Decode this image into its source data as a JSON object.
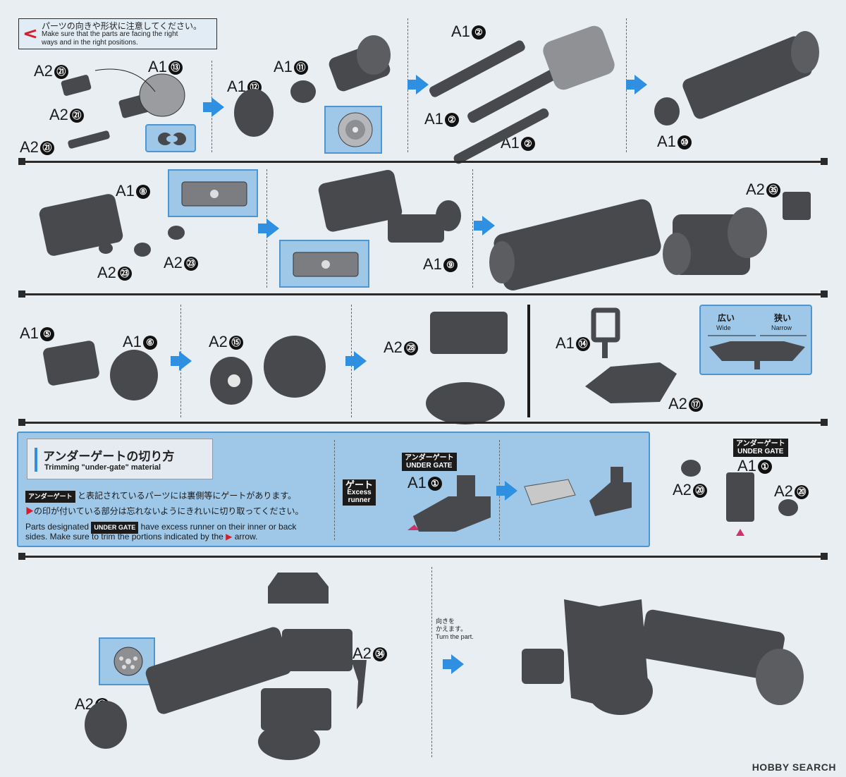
{
  "caution": {
    "jp": "パーツの向きや形状に注意してください。",
    "en1": "Make sure that the parts are facing the right",
    "en2": "ways and in the right positions."
  },
  "labels": {
    "a2_21_a": "A2",
    "a2_21_a_n": "㉑",
    "a1_13": "A1",
    "a1_13_n": "⑬",
    "a2_21_b": "A2",
    "a2_21_b_n": "㉑",
    "a2_21_c": "A2",
    "a2_21_c_n": "㉑",
    "a1_12": "A1",
    "a1_12_n": "⑫",
    "a1_11": "A1",
    "a1_11_n": "⑪",
    "a1_2_a": "A1",
    "a1_2_a_n": "②",
    "a1_2_b": "A1",
    "a1_2_b_n": "②",
    "a1_2_c": "A1",
    "a1_2_c_n": "②",
    "a1_10": "A1",
    "a1_10_n": "⑩",
    "a1_8": "A1",
    "a1_8_n": "⑧",
    "a2_23_a": "A2",
    "a2_23_a_n": "㉓",
    "a2_23_b": "A2",
    "a2_23_b_n": "㉓",
    "a1_9": "A1",
    "a1_9_n": "⑨",
    "a2_35": "A2",
    "a2_35_n": "㉟",
    "a1_5": "A1",
    "a1_5_n": "⑤",
    "a1_6": "A1",
    "a1_6_n": "⑥",
    "a2_15": "A2",
    "a2_15_n": "⑮",
    "a2_28": "A2",
    "a2_28_n": "㉘",
    "a1_14": "A1",
    "a1_14_n": "⑭",
    "a2_17": "A2",
    "a2_17_n": "⑰",
    "a1_1_a": "A1",
    "a1_1_a_n": "①",
    "a1_1_b": "A1",
    "a1_1_b_n": "①",
    "a2_20_a": "A2",
    "a2_20_a_n": "⑳",
    "a2_20_b": "A2",
    "a2_20_b_n": "⑳",
    "a2_34": "A2",
    "a2_34_n": "㉞",
    "a2_19": "A2",
    "a2_19_n": "⑲"
  },
  "wide_narrow": {
    "wide_jp": "広い",
    "wide_en": "Wide",
    "narrow_jp": "狭い",
    "narrow_en": "Narrow"
  },
  "undergate": {
    "title_jp": "アンダーゲートの切り方",
    "title_en": "Trimming \"under-gate\" material",
    "chip": "アンダーゲート",
    "line1": "と表記されているパーツには裏側等にゲートがあります。",
    "line2": "の印が付いている部分は忘れないようにきれいに切り取ってください。",
    "en1_pre": "Parts designated",
    "en_chip": "UNDER GATE",
    "en1_post": "have excess runner on their inner or back",
    "en2": "sides. Make sure to trim the portions indicated by the",
    "en2_post": "arrow.",
    "tag_jp": "アンダーゲート",
    "tag_en": "UNDER GATE",
    "gate_jp": "ゲート",
    "gate_en1": "Excess",
    "gate_en2": "runner"
  },
  "turn": {
    "jp1": "向きを",
    "jp2": "かえます。",
    "en": "Turn the part."
  },
  "watermark": "HOBBY SEARCH",
  "colors": {
    "accent_blue": "#2f8fe0",
    "panel_blue": "#9ec7e8",
    "part_gray": "#47494c",
    "mark_red": "#d21f2a"
  }
}
